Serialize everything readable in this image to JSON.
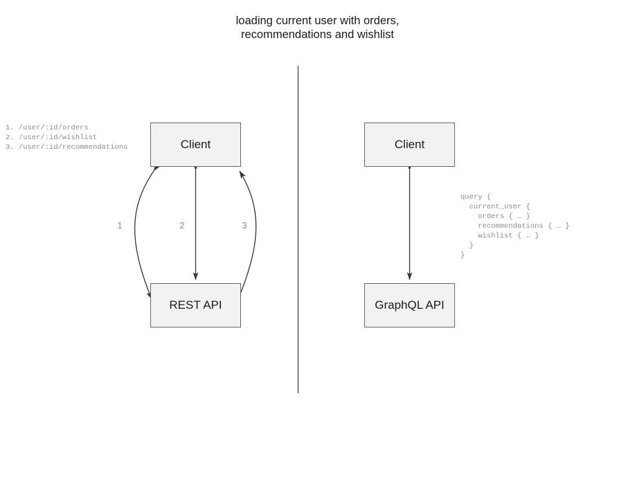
{
  "title": "loading current user with orders,\nrecommendations and wishlist",
  "colors": {
    "box_fill": "#f2f2f2",
    "box_border": "#666666",
    "stroke": "#333333",
    "muted_text": "#8c8c8c",
    "text": "#1a1a1a",
    "background": "#ffffff"
  },
  "left_panel": {
    "nodes": {
      "client": "Client",
      "api": "REST API"
    },
    "endpoints_text": "1. /user/:id/orders\n2. /user/:id/wishlist\n3. /user/:id/recommendations",
    "endpoints": [
      {
        "number": "1.",
        "path": "/user/:id/orders"
      },
      {
        "number": "2.",
        "path": "/user/:id/wishlist"
      },
      {
        "number": "3.",
        "path": "/user/:id/recommendations"
      }
    ],
    "edge_labels": [
      "1",
      "2",
      "3"
    ]
  },
  "right_panel": {
    "nodes": {
      "client": "Client",
      "api": "GraphQL API"
    },
    "query_text": "query {\n  current_user {\n    orders { … }\n    recommendations { … }\n    wishlist { … }\n  }\n}",
    "query_lines": [
      "query {",
      "  current_user {",
      "    orders { … }",
      "    recommendations { … }",
      "    wishlist { … }",
      "  }",
      "}"
    ]
  },
  "divider": {
    "orientation": "vertical"
  }
}
